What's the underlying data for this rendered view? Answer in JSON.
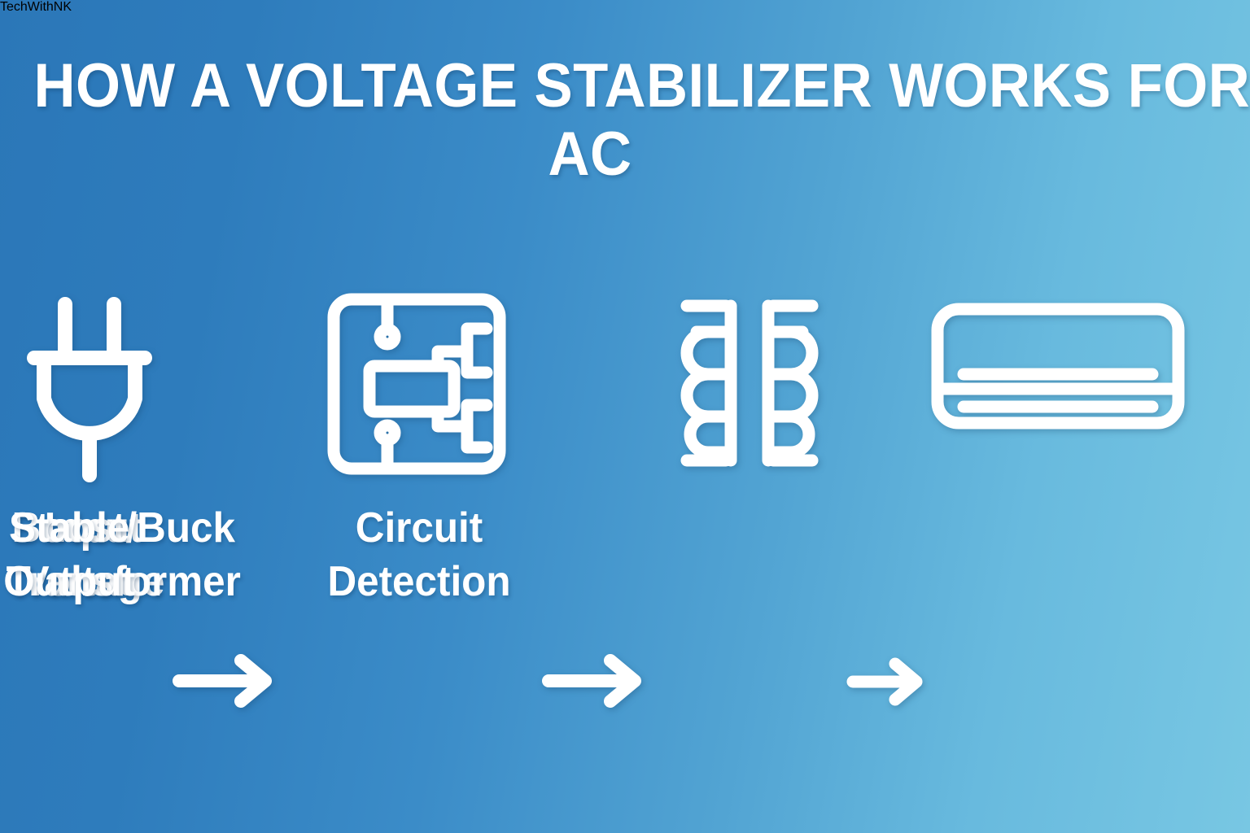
{
  "infographic": {
    "title": {
      "line1": "HOW A VOLTAGE STABILIZER WORKS FOR",
      "line2": "AC",
      "full_text": "HOW A VOLTAGE STABILIZER WORKS FOR AC",
      "color": "#ffffff"
    },
    "background": {
      "gradient_from": "#2b77b8",
      "gradient_to": "#78c7e3",
      "direction": "left-to-right diagonal"
    },
    "flow": {
      "steps": [
        {
          "id": "input-voltage",
          "icon": "power-plug-icon",
          "label_line1": "Input",
          "label_line2": "Voltage",
          "label": "Input Voltage"
        },
        {
          "id": "circuit-detection",
          "icon": "circuit-board-icon",
          "label_line1": "Circuit",
          "label_line2": "Detection",
          "label": "Circuit Detection"
        },
        {
          "id": "boost-buck-transformer",
          "icon": "transformer-coils-icon",
          "label_line1": "Boost/Buck",
          "label_line2": "Transformer",
          "label": "Boost/Buck Transformer"
        },
        {
          "id": "stable-output",
          "icon": "air-conditioner-icon",
          "label_line1": "Stable",
          "label_line2": "Output",
          "label": "Stable Output"
        }
      ],
      "connectors": [
        {
          "id": "arrow-1",
          "icon": "arrow-right-icon"
        },
        {
          "id": "arrow-2",
          "icon": "arrow-right-icon"
        },
        {
          "id": "arrow-3",
          "icon": "arrow-right-icon"
        }
      ],
      "icon_color": "#ffffff"
    },
    "watermark": {
      "text": "TechWithNK",
      "color": "#1a5fa8"
    }
  }
}
